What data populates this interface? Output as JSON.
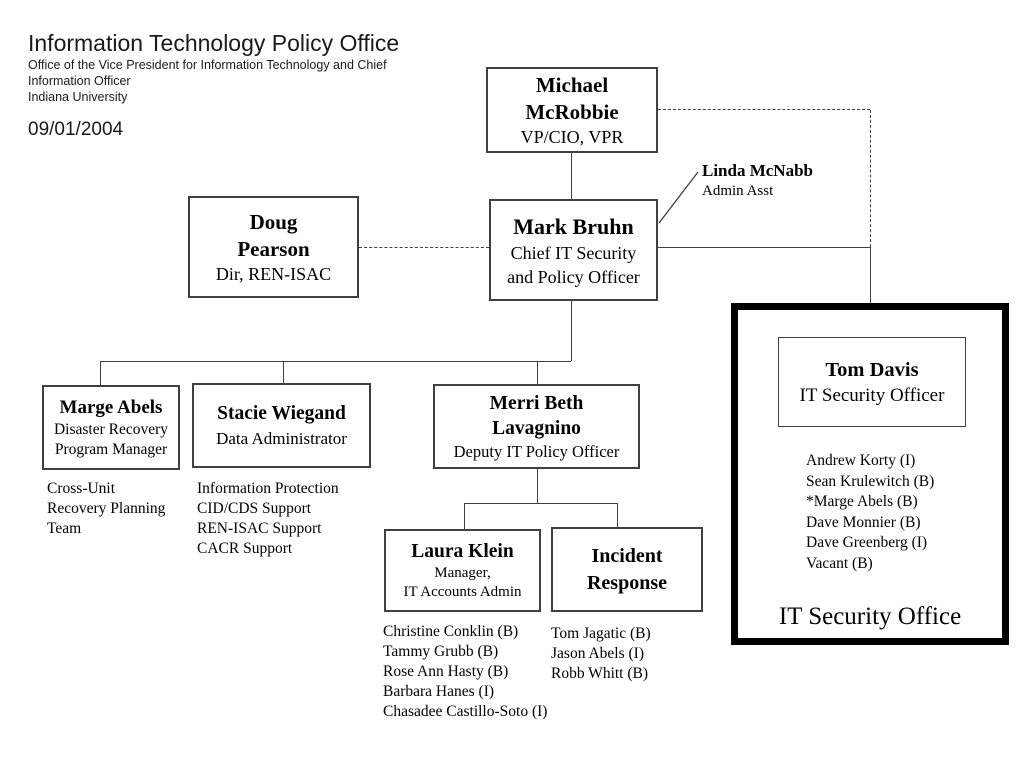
{
  "header": {
    "title": "Information Technology Policy Office",
    "subtitle_line1": "Office of the Vice President for Information Technology and Chief",
    "subtitle_line2": "Information Officer",
    "subtitle_line3": "Indiana University",
    "date": "09/01/2004"
  },
  "boxes": {
    "mcrobbie": {
      "name_line1": "Michael",
      "name_line2": "McRobbie",
      "title": "VP/CIO, VPR"
    },
    "bruhn": {
      "name": "Mark Bruhn",
      "title_line1": "Chief IT Security",
      "title_line2": "and Policy Officer"
    },
    "pearson": {
      "name_line1": "Doug",
      "name_line2": "Pearson",
      "title": "Dir, REN-ISAC"
    },
    "abels": {
      "name": "Marge Abels",
      "title_line1": "Disaster Recovery",
      "title_line2": "Program Manager"
    },
    "wiegand": {
      "name": "Stacie Wiegand",
      "title": "Data Administrator"
    },
    "lavagnino": {
      "name_line1": "Merri Beth",
      "name_line2": "Lavagnino",
      "title": "Deputy IT Policy Officer"
    },
    "klein": {
      "name": "Laura Klein",
      "title_line1": "Manager,",
      "title_line2": "IT Accounts Admin"
    },
    "incident": {
      "name_line1": "Incident",
      "name_line2": "Response"
    },
    "davis": {
      "name": "Tom Davis",
      "title": "IT Security Officer"
    }
  },
  "annotations": {
    "mcnabb": {
      "name": "Linda McNabb",
      "title": "Admin Asst"
    }
  },
  "lists": {
    "abels_team": [
      "Cross-Unit",
      "Recovery Planning",
      "Team"
    ],
    "wiegand_duties": [
      "Information Protection",
      "CID/CDS Support",
      "REN-ISAC Support",
      "CACR Support"
    ],
    "klein_staff": [
      "Christine Conklin (B)",
      "Tammy Grubb (B)",
      "Rose Ann Hasty (B)",
      "Barbara Hanes (I)",
      "Chasadee Castillo-Soto (I)"
    ],
    "incident_staff": [
      "Tom Jagatic (B)",
      "Jason Abels (I)",
      "Robb Whitt (B)"
    ],
    "security_office_staff": [
      "Andrew Korty (I)",
      "Sean Krulewitch (B)",
      "*Marge Abels (B)",
      "Dave Monnier (B)",
      "Dave Greenberg (I)",
      "Vacant (B)"
    ]
  },
  "security_office": {
    "label": "IT Security Office"
  },
  "colors": {
    "background": "#ffffff",
    "text": "#000000",
    "line": "#404040",
    "thick_border": "#000000"
  }
}
